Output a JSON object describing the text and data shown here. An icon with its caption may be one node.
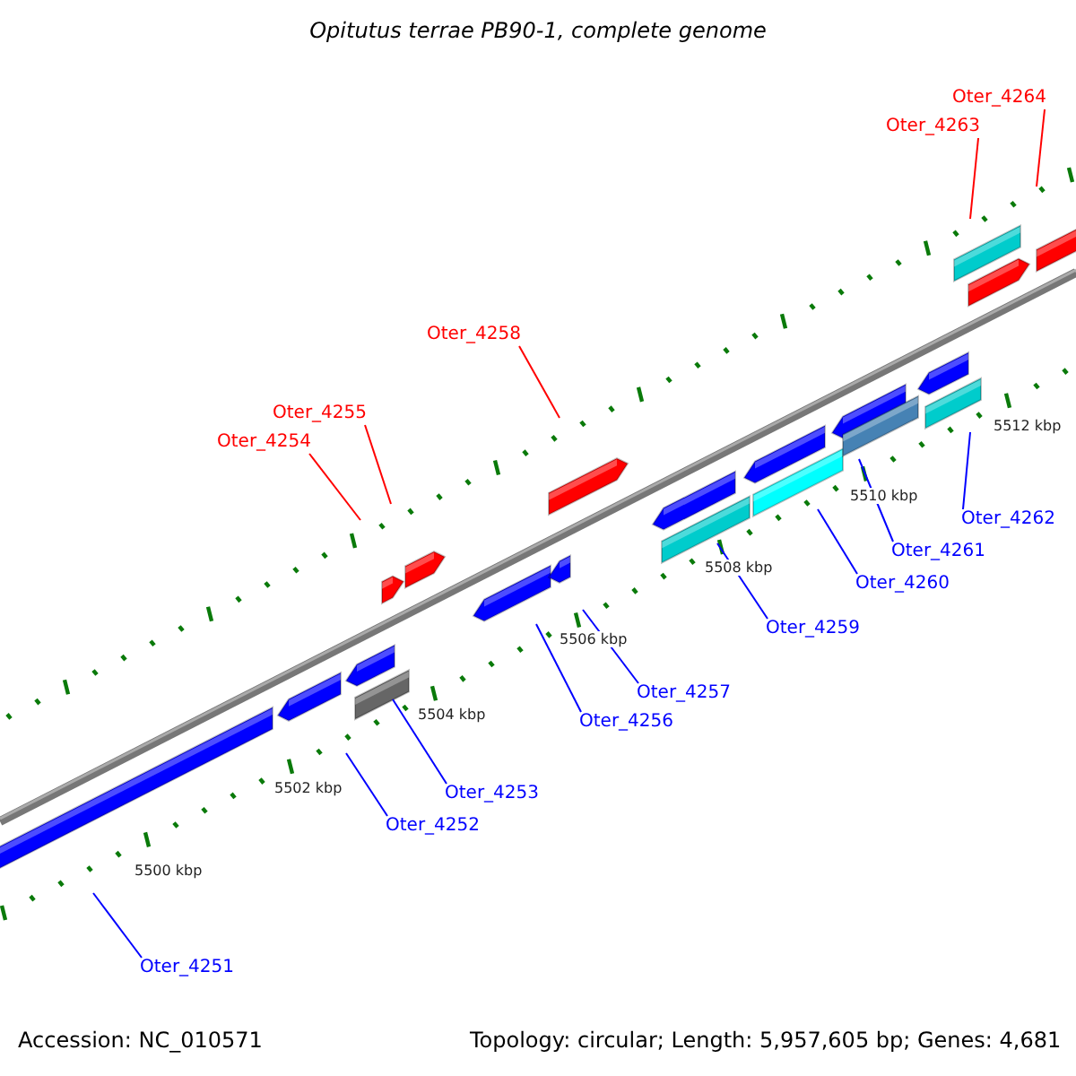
{
  "diagram": {
    "title": "Opitutus terrae PB90-1, complete genome",
    "nodes": [
      {
        "text": [
          "Oter_4251"
        ]
      },
      {
        "text": [
          "Oter_4252"
        ]
      },
      {
        "text": [
          "Oter_4253"
        ]
      },
      {
        "text": [
          "Oter_4254"
        ]
      },
      {
        "text": [
          "Oter_4255"
        ]
      },
      {
        "text": [
          "Oter_4256"
        ]
      },
      {
        "text": [
          "Oter_4257"
        ]
      },
      {
        "text": [
          "Oter_4258"
        ]
      },
      {
        "text": [
          "Oter_4259"
        ]
      },
      {
        "text": [
          "Oter_4260"
        ]
      },
      {
        "text": [
          "Oter_4261"
        ]
      },
      {
        "text": [
          "Oter_4262"
        ]
      },
      {
        "text": [
          "Oter_4263"
        ]
      },
      {
        "text": [
          "Oter_4264"
        ]
      }
    ],
    "edges": [
      {
        "from": 0,
        "to": null,
        "arrow": "none"
      },
      {
        "from": 1,
        "to": null,
        "arrow": "none"
      },
      {
        "from": 2,
        "to": null,
        "arrow": "none"
      },
      {
        "from": 3,
        "to": null,
        "arrow": "none",
        "color": "#ff0000"
      },
      {
        "from": 4,
        "to": null,
        "arrow": "none",
        "color": "#ff0000"
      },
      {
        "from": 5,
        "to": null,
        "arrow": "none"
      },
      {
        "from": 6,
        "to": null,
        "arrow": "none"
      },
      {
        "from": 7,
        "to": null,
        "arrow": "none",
        "color": "#ff0000"
      },
      {
        "from": 8,
        "to": null,
        "arrow": "none"
      },
      {
        "from": 9,
        "to": null,
        "arrow": "none"
      },
      {
        "from": 10,
        "to": null,
        "arrow": "none"
      },
      {
        "from": 11,
        "to": null,
        "arrow": "none"
      },
      {
        "from": 12,
        "to": null,
        "arrow": "none",
        "color": "#ff0000"
      },
      {
        "from": 13,
        "to": null,
        "arrow": "none",
        "color": "#ff0000"
      }
    ],
    "labels": [
      "5500 kbp",
      "5502 kbp",
      "5504 kbp",
      "5506 kbp",
      "5508 kbp",
      "5510 kbp",
      "5512 kbp",
      "Accession: NC_010571",
      "Topology: circular; Length: 5,957,605 bp; Genes: 4,681"
    ]
  }
}
